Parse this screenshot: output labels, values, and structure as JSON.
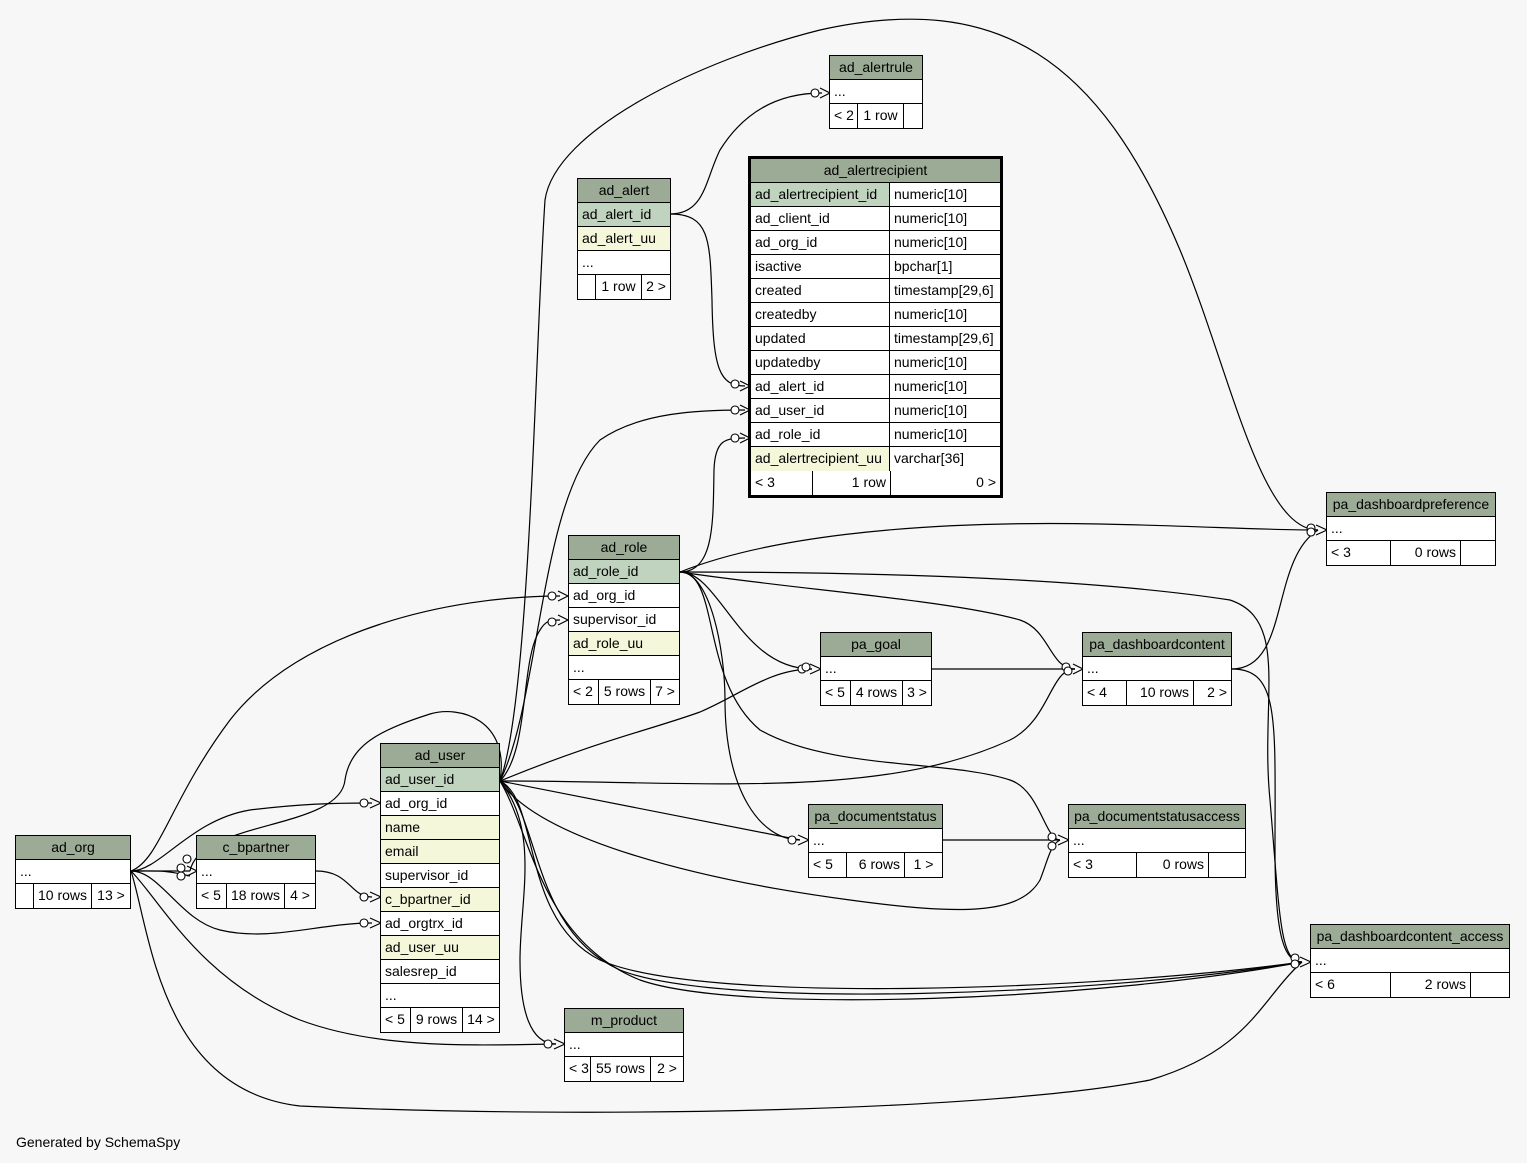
{
  "footer": "Generated by SchemaSpy",
  "tables": {
    "ad_alertrule": {
      "name": "ad_alertrule",
      "rows": [
        "..."
      ],
      "footer": [
        "< 2",
        "1 row",
        ""
      ]
    },
    "ad_alert": {
      "name": "ad_alert",
      "rows": [
        {
          "text": "ad_alert_id",
          "kind": "pk"
        },
        {
          "text": "ad_alert_uu",
          "kind": "idx"
        },
        {
          "text": "...",
          "kind": ""
        }
      ],
      "footer": [
        "",
        "1 row",
        "2 >"
      ]
    },
    "ad_alertrecipient": {
      "name": "ad_alertrecipient",
      "columns": [
        {
          "name": "ad_alertrecipient_id",
          "type": "numeric[10]",
          "kind": "pk"
        },
        {
          "name": "ad_client_id",
          "type": "numeric[10]",
          "kind": ""
        },
        {
          "name": "ad_org_id",
          "type": "numeric[10]",
          "kind": ""
        },
        {
          "name": "isactive",
          "type": "bpchar[1]",
          "kind": ""
        },
        {
          "name": "created",
          "type": "timestamp[29,6]",
          "kind": ""
        },
        {
          "name": "createdby",
          "type": "numeric[10]",
          "kind": ""
        },
        {
          "name": "updated",
          "type": "timestamp[29,6]",
          "kind": ""
        },
        {
          "name": "updatedby",
          "type": "numeric[10]",
          "kind": ""
        },
        {
          "name": "ad_alert_id",
          "type": "numeric[10]",
          "kind": ""
        },
        {
          "name": "ad_user_id",
          "type": "numeric[10]",
          "kind": ""
        },
        {
          "name": "ad_role_id",
          "type": "numeric[10]",
          "kind": ""
        },
        {
          "name": "ad_alertrecipient_uu",
          "type": "varchar[36]",
          "kind": "idx"
        }
      ],
      "footer": [
        "< 3",
        "1 row",
        "0 >"
      ]
    },
    "ad_role": {
      "name": "ad_role",
      "rows": [
        {
          "text": "ad_role_id",
          "kind": "pk"
        },
        {
          "text": "ad_org_id",
          "kind": ""
        },
        {
          "text": "supervisor_id",
          "kind": ""
        },
        {
          "text": "ad_role_uu",
          "kind": "idx"
        },
        {
          "text": "...",
          "kind": ""
        }
      ],
      "footer": [
        "< 2",
        "5 rows",
        "7 >"
      ]
    },
    "pa_goal": {
      "name": "pa_goal",
      "rows": [
        "..."
      ],
      "footer": [
        "< 5",
        "4 rows",
        "3 >"
      ]
    },
    "pa_dashboardcontent": {
      "name": "pa_dashboardcontent",
      "rows": [
        "..."
      ],
      "footer": [
        "< 4",
        "10 rows",
        "2 >"
      ]
    },
    "pa_dashboardpreference": {
      "name": "pa_dashboardpreference",
      "rows": [
        "..."
      ],
      "footer": [
        "< 3",
        "0 rows",
        ""
      ]
    },
    "ad_user": {
      "name": "ad_user",
      "rows": [
        {
          "text": "ad_user_id",
          "kind": "pk"
        },
        {
          "text": "ad_org_id",
          "kind": ""
        },
        {
          "text": "name",
          "kind": "idx"
        },
        {
          "text": "email",
          "kind": "idx"
        },
        {
          "text": "supervisor_id",
          "kind": ""
        },
        {
          "text": "c_bpartner_id",
          "kind": "idx"
        },
        {
          "text": "ad_orgtrx_id",
          "kind": ""
        },
        {
          "text": "ad_user_uu",
          "kind": "idx"
        },
        {
          "text": "salesrep_id",
          "kind": ""
        },
        {
          "text": "...",
          "kind": ""
        }
      ],
      "footer": [
        "< 5",
        "9 rows",
        "14 >"
      ]
    },
    "ad_org": {
      "name": "ad_org",
      "rows": [
        "..."
      ],
      "footer": [
        "",
        "10 rows",
        "13 >"
      ]
    },
    "c_bpartner": {
      "name": "c_bpartner",
      "rows": [
        "..."
      ],
      "footer": [
        "< 5",
        "18 rows",
        "4 >"
      ]
    },
    "pa_documentstatus": {
      "name": "pa_documentstatus",
      "rows": [
        "..."
      ],
      "footer": [
        "< 5",
        "6 rows",
        "1 >"
      ]
    },
    "pa_documentstatusaccess": {
      "name": "pa_documentstatusaccess",
      "rows": [
        "..."
      ],
      "footer": [
        "< 3",
        "0 rows",
        ""
      ]
    },
    "pa_dashboardcontent_access": {
      "name": "pa_dashboardcontent_access",
      "rows": [
        "..."
      ],
      "footer": [
        "< 6",
        "2 rows",
        ""
      ]
    },
    "m_product": {
      "name": "m_product",
      "rows": [
        "..."
      ],
      "footer": [
        "< 3",
        "55 rows",
        "2 >"
      ]
    }
  },
  "colors": {
    "header": "#9bab96",
    "primary_key": "#bfd3be",
    "indexed": "#f4f7da",
    "background": "#f7f7f7"
  }
}
